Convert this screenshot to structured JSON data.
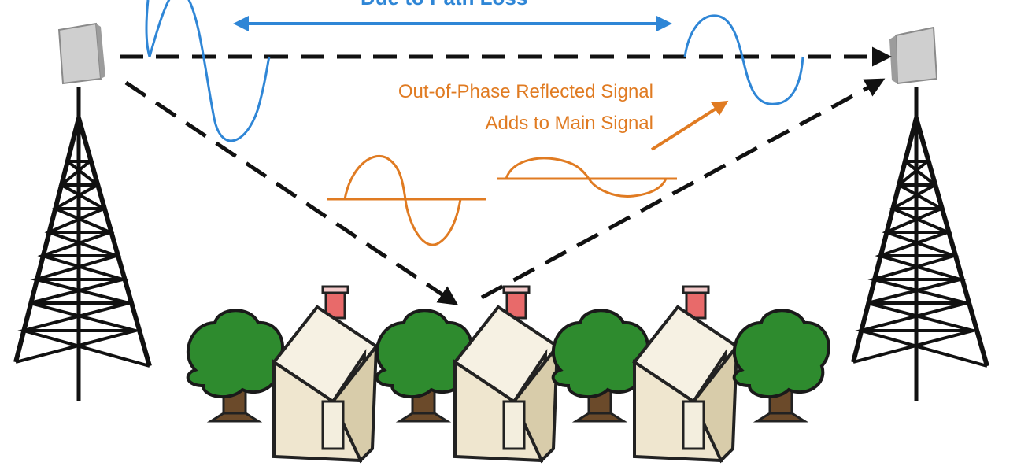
{
  "labels": {
    "path_loss": "Due to Path Loss",
    "reflected_line1": "Out-of-Phase Reflected Signal",
    "reflected_line2": "Adds to Main Signal"
  },
  "colors": {
    "main_signal": "#2f86d6",
    "reflected_signal": "#e07b22",
    "path": "#111111",
    "tree": "#2e8b2e",
    "trunk": "#6b4a2a",
    "house_wall": "#efe6cf",
    "house_roof": "#f6f1e3",
    "chimney": "#e86a6a"
  },
  "icons": {
    "antenna": "panel-antenna-icon",
    "tower": "lattice-tower-icon",
    "tree": "tree-icon",
    "house": "house-icon"
  }
}
